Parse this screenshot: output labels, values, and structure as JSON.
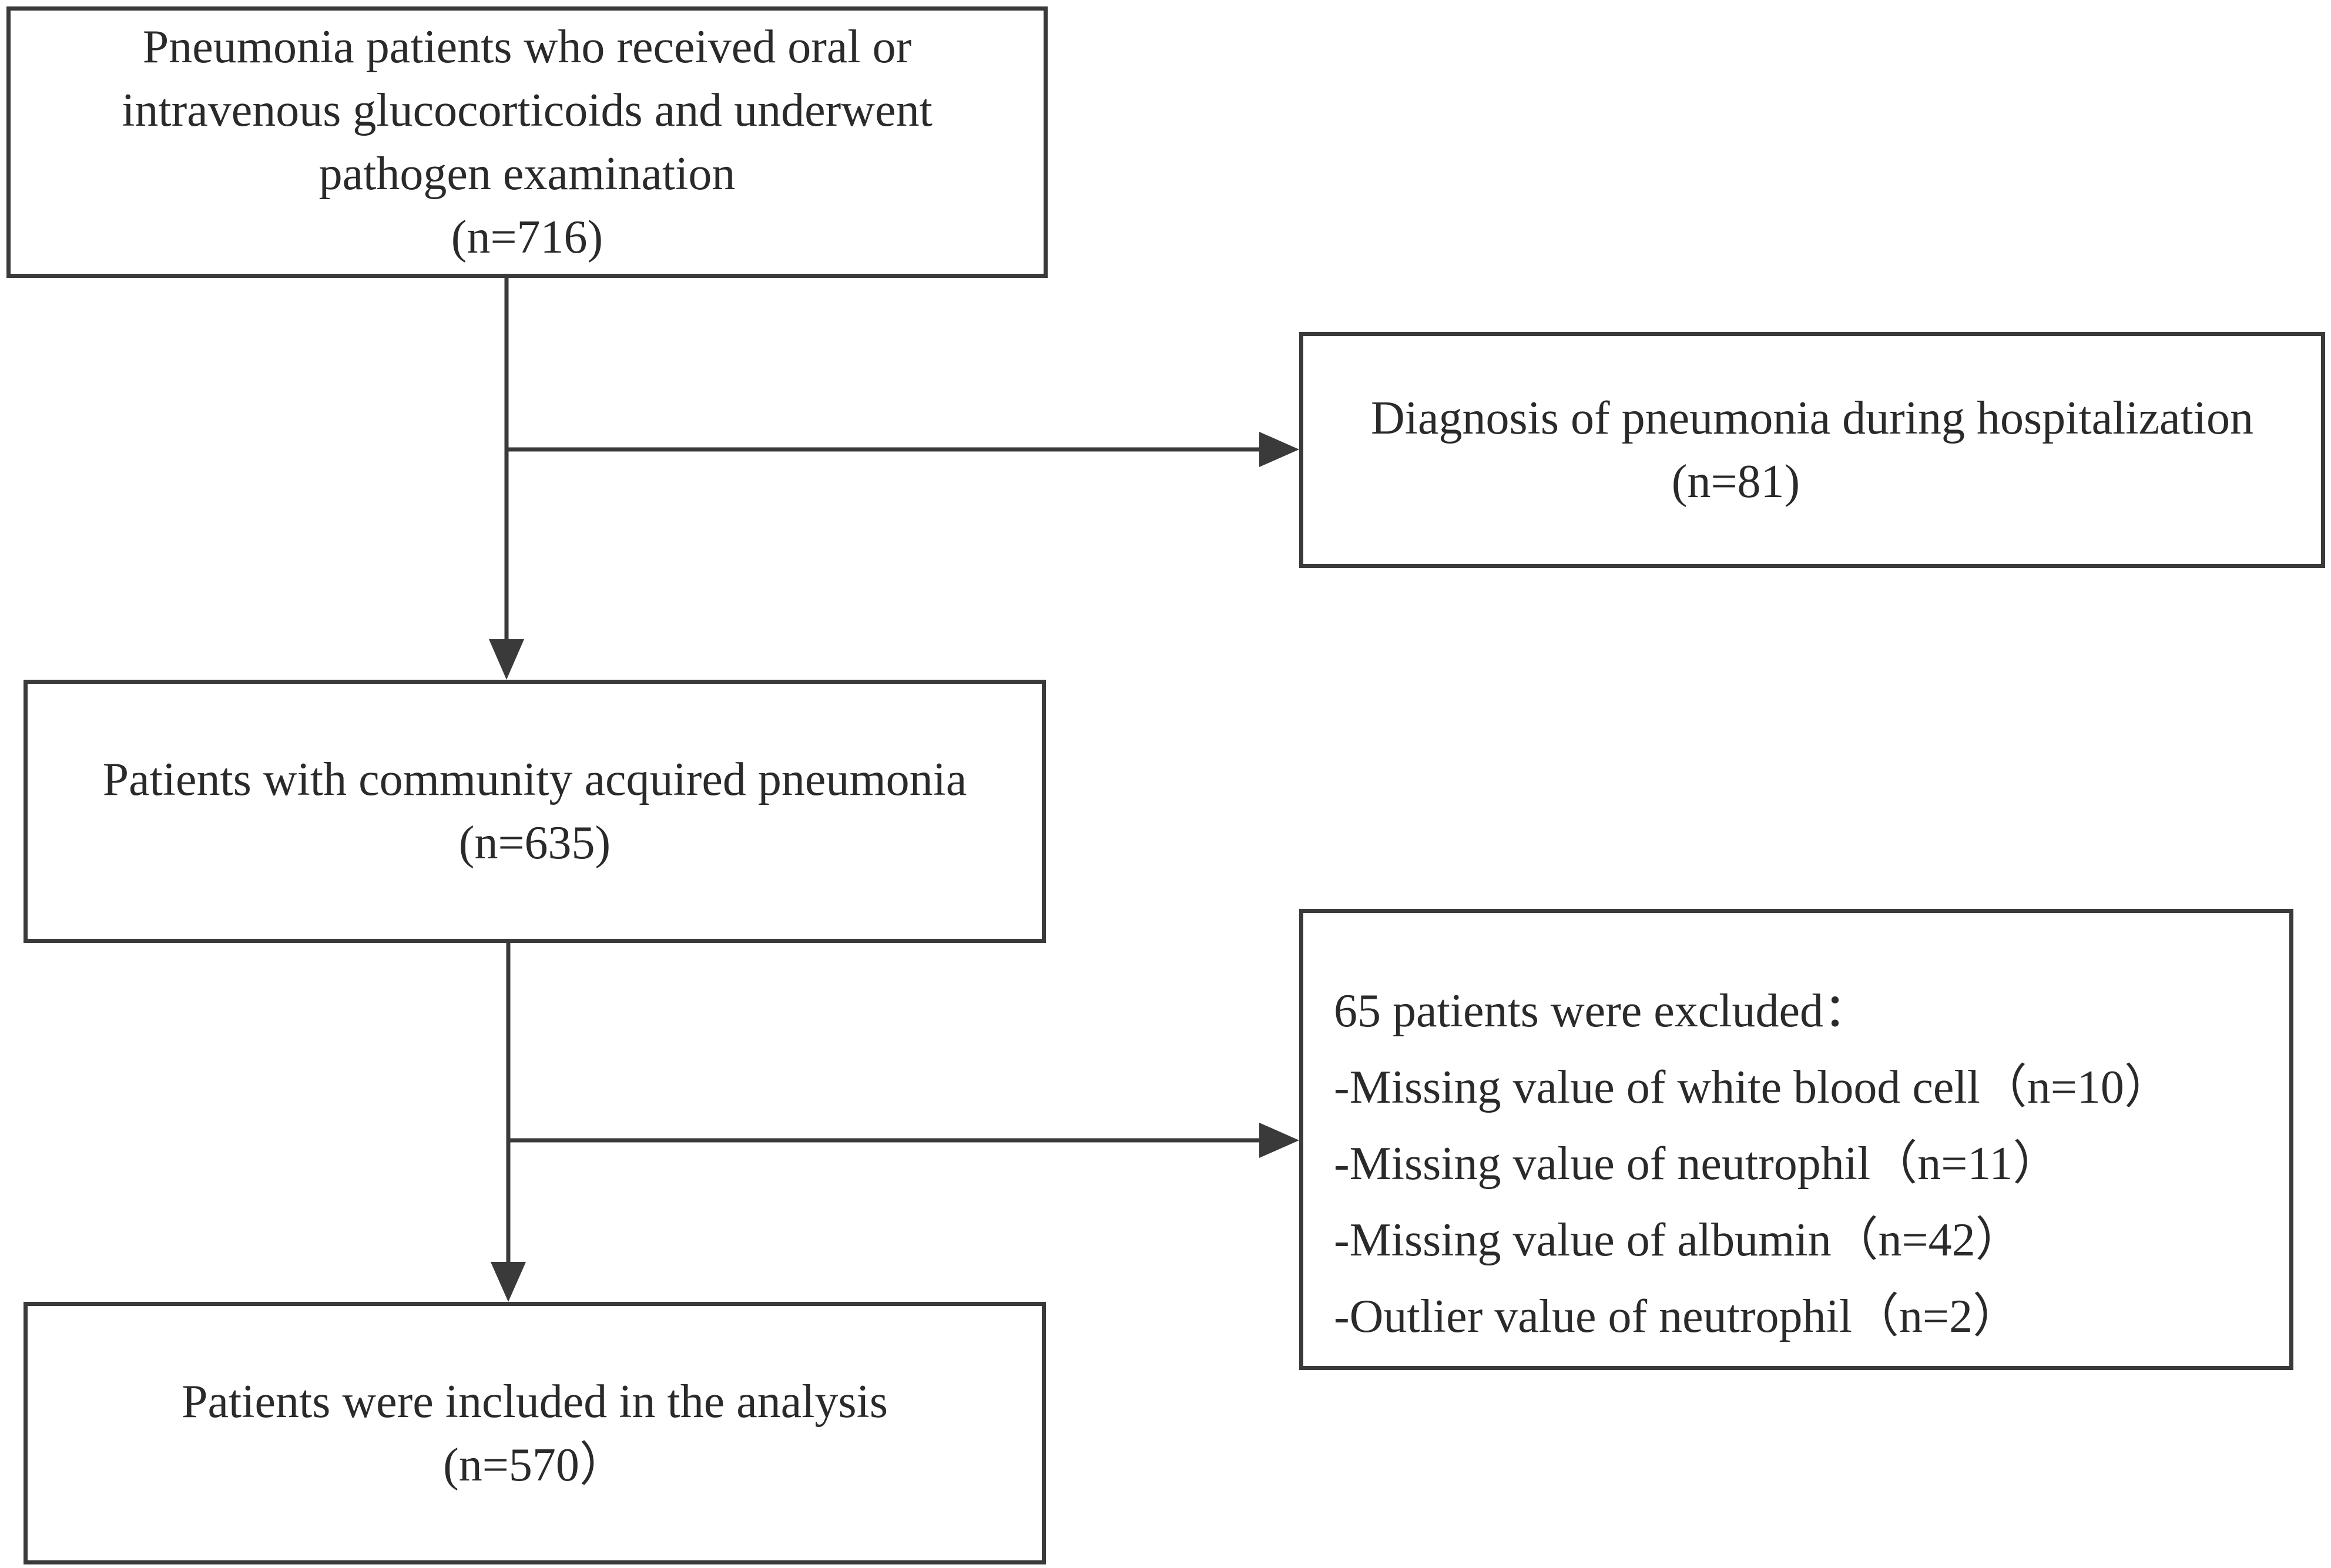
{
  "flowchart": {
    "start": {
      "lines": [
        "Pneumonia patients who received oral or",
        "intravenous glucocorticoids and underwent",
        "pathogen examination"
      ],
      "count": "(n=716)"
    },
    "hospital_exclusion": {
      "label": "Diagnosis of pneumonia during hospitalization",
      "count": "(n=81)"
    },
    "cap": {
      "label": "Patients with community  acquired pneumonia",
      "count": "(n=635)"
    },
    "excluded": {
      "heading": "65 patients were excluded：",
      "items": [
        "-Missing value of  white blood cell（n=10）",
        "-Missing value of  neutrophil（n=11）",
        "-Missing value of  albumin（n=42）",
        "-Outlier  value of  neutrophil（n=2）"
      ]
    },
    "final": {
      "label": "Patients were included in the analysis",
      "count": "(n=570）"
    }
  },
  "colors": {
    "line": "#3a3a3a",
    "text": "#2a2a2a",
    "background": "#ffffff"
  }
}
